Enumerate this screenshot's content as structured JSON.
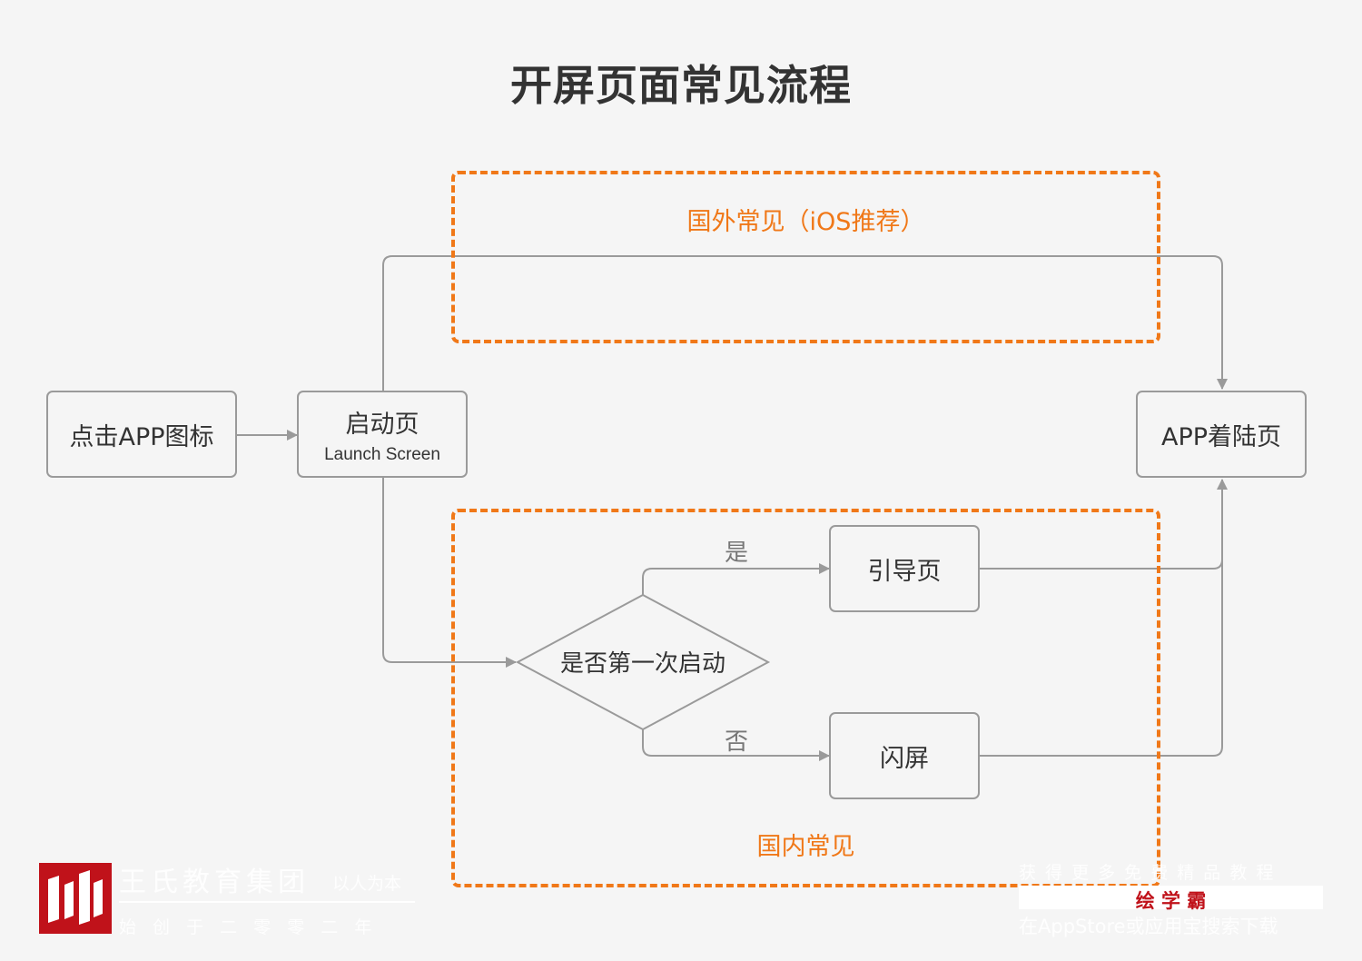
{
  "title": "开屏页面常见流程",
  "zones": {
    "foreign_label": "国外常见（iOS推荐）",
    "domestic_label": "国内常见"
  },
  "nodes": {
    "tap_icon": "点击APP图标",
    "launch_title": "启动页",
    "launch_subtitle": "Launch Screen",
    "landing": "APP着陆页",
    "decision": "是否第一次启动",
    "guide": "引导页",
    "splash": "闪屏"
  },
  "edge_labels": {
    "yes": "是",
    "no": "否"
  },
  "watermark": {
    "company": "王氏教育集团",
    "slogan": "以人为本",
    "founded": "始 创 于 二 零 零 二 年",
    "promo_top": "获 得 更 多 免 费 精 品 教 程",
    "promo_brand": "绘 学 霸",
    "promo_bottom": "在AppStore或应用宝搜索下载"
  },
  "colors": {
    "accent": "#f07818",
    "line": "#9a9a9a",
    "logo": "#c0121a",
    "background": "#f5f5f5"
  }
}
